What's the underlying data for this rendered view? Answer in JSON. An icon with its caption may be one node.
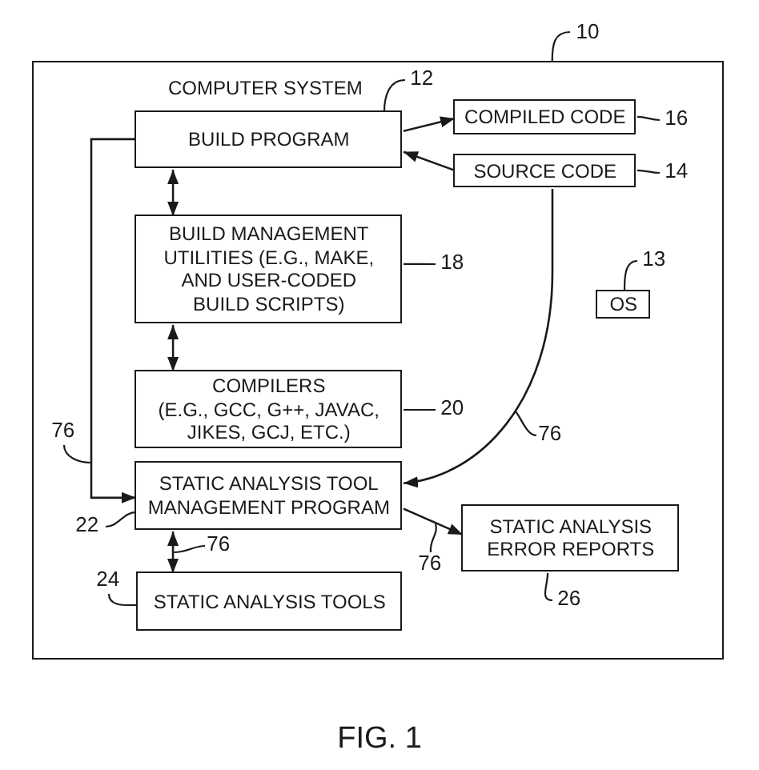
{
  "diagram": {
    "caption": "FIG. 1",
    "nodes": [
      {
        "text": [
          "10"
        ]
      },
      {
        "text": [
          "COMPUTER SYSTEM"
        ]
      },
      {
        "text": [
          "12"
        ],
        "in": 1
      },
      {
        "text": [
          "BUILD PROGRAM"
        ],
        "in": 1
      },
      {
        "text": [
          "COMPILED CODE"
        ],
        "in": 1
      },
      {
        "text": [
          "16"
        ],
        "in": 1
      },
      {
        "text": [
          "SOURCE CODE"
        ],
        "in": 1
      },
      {
        "text": [
          "14"
        ],
        "in": 1
      },
      {
        "text": [
          "BUILD MANAGEMENT UTILITIES (E.G., MAKE, AND USER-CODED BUILD SCRIPTS)"
        ],
        "in": 1
      },
      {
        "text": [
          "18"
        ],
        "in": 1
      },
      {
        "text": [
          "13"
        ],
        "in": 1
      },
      {
        "text": [
          "OS"
        ],
        "in": 1
      },
      {
        "text": [
          "COMPILERS",
          "(E.G., GCC, G++, JAVAC, JIKES, GCJ, ETC.)"
        ],
        "in": 1
      },
      {
        "text": [
          "20"
        ],
        "in": 1
      },
      {
        "text": [
          "76"
        ],
        "in": 1
      },
      {
        "text": [
          "76"
        ],
        "in": 1
      },
      {
        "text": [
          "STATIC ANALYSIS TOOL MANAGEMENT PROGRAM"
        ],
        "in": 1
      },
      {
        "text": [
          "22"
        ],
        "in": 1
      },
      {
        "text": [
          "76"
        ],
        "in": 1
      },
      {
        "text": [
          "STATIC ANALYSIS ERROR REPORTS"
        ],
        "in": 1
      },
      {
        "text": [
          "76"
        ],
        "in": 1
      },
      {
        "text": [
          "24"
        ],
        "in": 1
      },
      {
        "text": [
          "STATIC ANALYSIS TOOLS"
        ],
        "in": 1
      },
      {
        "text": [
          "26"
        ],
        "in": 1
      }
    ],
    "edges": [
      {
        "from": 0,
        "to": 1,
        "arrow": "none"
      },
      {
        "from": 2,
        "to": 3,
        "arrow": "none"
      },
      {
        "from": 3,
        "to": 4,
        "arrow": "to"
      },
      {
        "from": 5,
        "to": 4,
        "arrow": "none"
      },
      {
        "from": 6,
        "to": 3,
        "arrow": "to"
      },
      {
        "from": 7,
        "to": 6,
        "arrow": "none"
      },
      {
        "from": 3,
        "to": 8,
        "arrow": "both"
      },
      {
        "from": 9,
        "to": 8,
        "arrow": "none"
      },
      {
        "from": 10,
        "to": 11,
        "arrow": "none"
      },
      {
        "from": 8,
        "to": 12,
        "arrow": "both"
      },
      {
        "from": 13,
        "to": 12,
        "arrow": "none"
      },
      {
        "from": 3,
        "to": 16,
        "arrow": "to"
      },
      {
        "from": 6,
        "to": 16,
        "arrow": "to"
      },
      {
        "from": 14,
        "to": null,
        "arrow": "none"
      },
      {
        "from": 15,
        "to": null,
        "arrow": "none"
      },
      {
        "from": 17,
        "to": 16,
        "arrow": "none"
      },
      {
        "from": 16,
        "to": 19,
        "arrow": "to"
      },
      {
        "from": 16,
        "to": 22,
        "arrow": "both"
      },
      {
        "from": 18,
        "to": null,
        "arrow": "none"
      },
      {
        "from": 20,
        "to": null,
        "arrow": "none"
      },
      {
        "from": 21,
        "to": 22,
        "arrow": "none"
      },
      {
        "from": 23,
        "to": 19,
        "arrow": "none"
      }
    ]
  }
}
